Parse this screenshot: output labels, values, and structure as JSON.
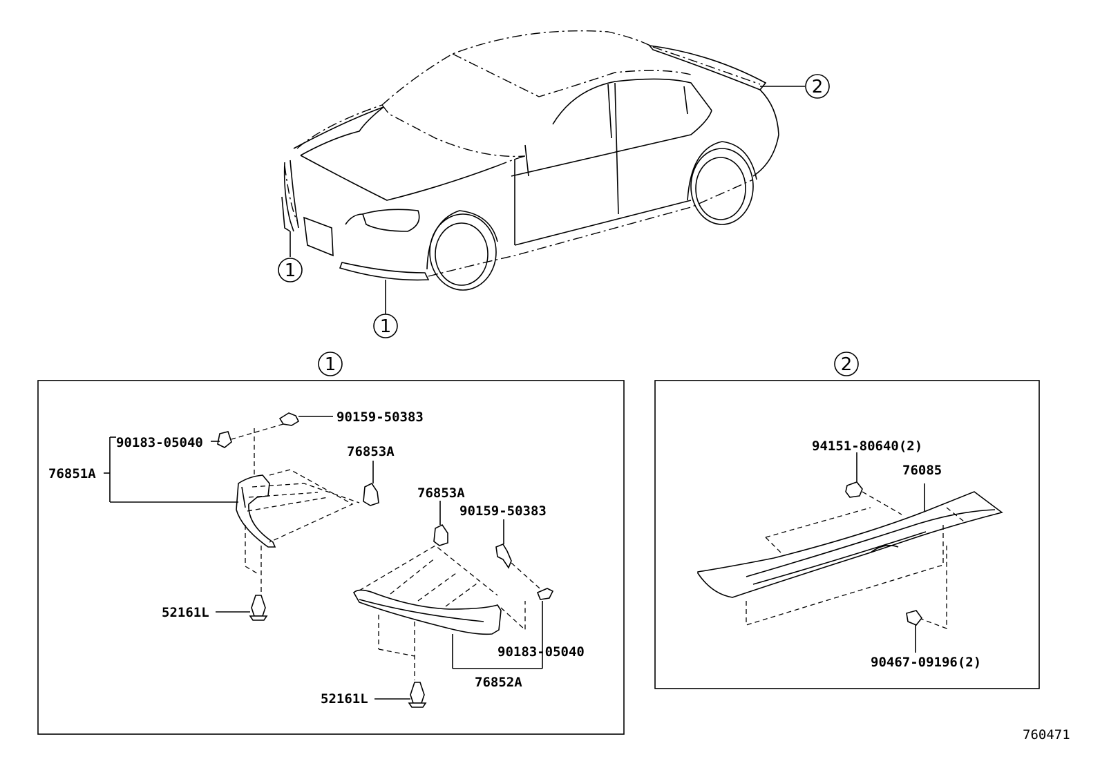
{
  "callouts": {
    "car_front_left": "1",
    "car_front_bottom": "1",
    "car_rear": "2",
    "section_1": "1",
    "section_2": "2"
  },
  "section_1_parts": {
    "bolt_top": "90159-50383",
    "nut_left": "90183-05040",
    "extension_left": "76851A",
    "bracket_left": "76853A",
    "bracket_right": "76853A",
    "bolt_right": "90159-50383",
    "clip_left": "52161L",
    "nut_right": "90183-05040",
    "extension_right": "76852A",
    "clip_bottom": "52161L"
  },
  "section_2_parts": {
    "nut": "94151-80640(2)",
    "spoiler": "76085",
    "clip": "90467-09196(2)"
  },
  "diagram_id": "760471"
}
